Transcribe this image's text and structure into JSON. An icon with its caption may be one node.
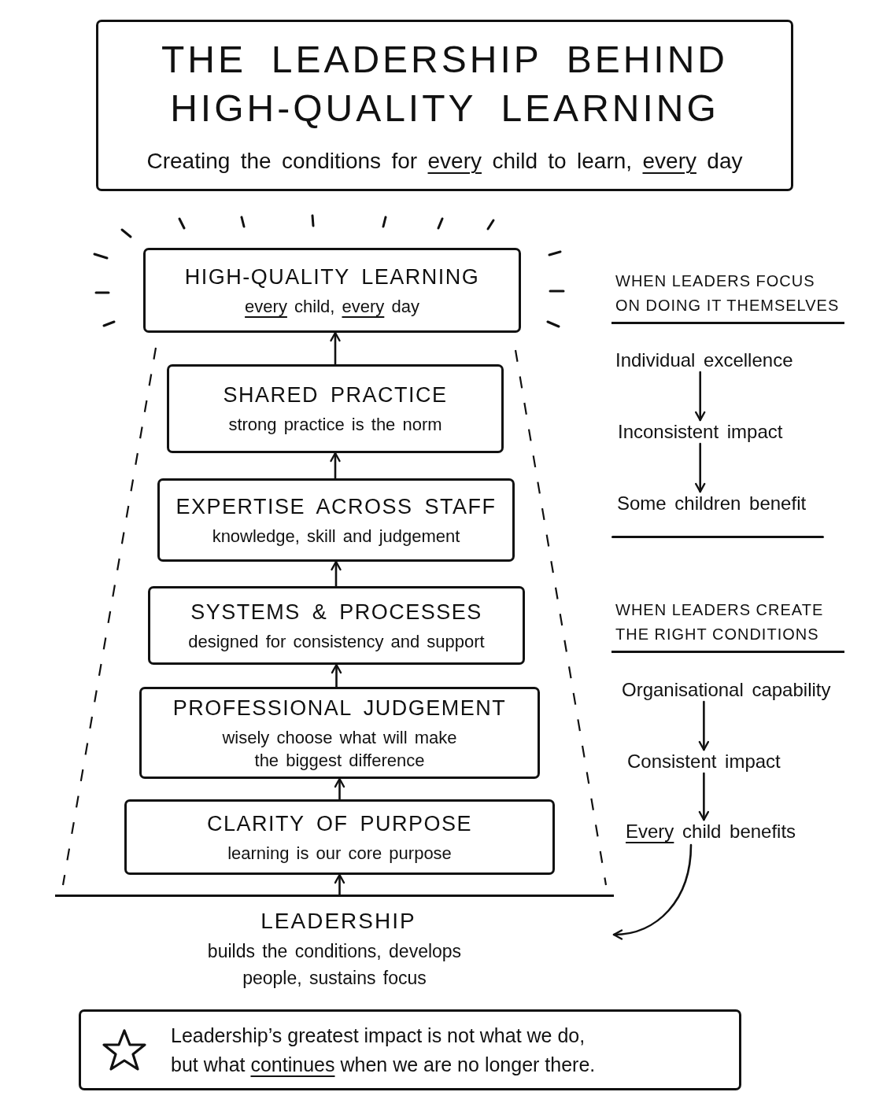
{
  "diagram": {
    "nodes": [
      {
        "text": [
          "THE LEADERSHIP BEHIND HIGH-QUALITY LEARNING",
          "Creating the conditions for *every* child to learn, *every* day"
        ]
      },
      {
        "text": [
          "HIGH-QUALITY LEARNING",
          "*every* child, *every* day"
        ]
      },
      {
        "text": [
          "SHARED PRACTICE",
          "strong practice is the norm"
        ]
      },
      {
        "text": [
          "EXPERTISE ACROSS STAFF",
          "knowledge, skill and judgement"
        ]
      },
      {
        "text": [
          "SYSTEMS & PROCESSES",
          "designed for consistency and support"
        ]
      },
      {
        "text": [
          "PROFESSIONAL JUDGEMENT",
          "wisely choose what will make the biggest difference"
        ]
      },
      {
        "text": [
          "CLARITY OF PURPOSE",
          "learning is our core purpose"
        ]
      },
      {
        "text": [
          "LEADERSHIP",
          "builds the conditions, develops people, sustains focus"
        ]
      },
      {
        "text": [
          "Individual excellence"
        ]
      },
      {
        "text": [
          "Inconsistent impact"
        ]
      },
      {
        "text": [
          "Some children benefit"
        ]
      },
      {
        "text": [
          "Organisational capability"
        ]
      },
      {
        "text": [
          "Consistent impact"
        ]
      },
      {
        "text": [
          "*Every* child benefits"
        ]
      },
      {
        "text": [
          "Leadership’s greatest impact is not what we do, but what *continues* when we are no longer there."
        ]
      }
    ],
    "edges": [
      {
        "from": 2,
        "to": 1,
        "arrow": "to"
      },
      {
        "from": 3,
        "to": 2,
        "arrow": "to"
      },
      {
        "from": 4,
        "to": 3,
        "arrow": "to"
      },
      {
        "from": 5,
        "to": 4,
        "arrow": "to"
      },
      {
        "from": 6,
        "to": 5,
        "arrow": "to"
      },
      {
        "from": 7,
        "to": 6,
        "arrow": "to"
      },
      {
        "from": 8,
        "to": 9,
        "arrow": "to"
      },
      {
        "from": 9,
        "to": 10,
        "arrow": "to"
      },
      {
        "from": 11,
        "to": 12,
        "arrow": "to"
      },
      {
        "from": 12,
        "to": 13,
        "arrow": "to"
      },
      {
        "from": 13,
        "to": 7,
        "arrow": "to"
      }
    ],
    "labels": [
      "WHEN LEADERS FOCUS ON DOING IT THEMSELVES",
      "WHEN LEADERS CREATE THE RIGHT CONDITIONS"
    ]
  }
}
